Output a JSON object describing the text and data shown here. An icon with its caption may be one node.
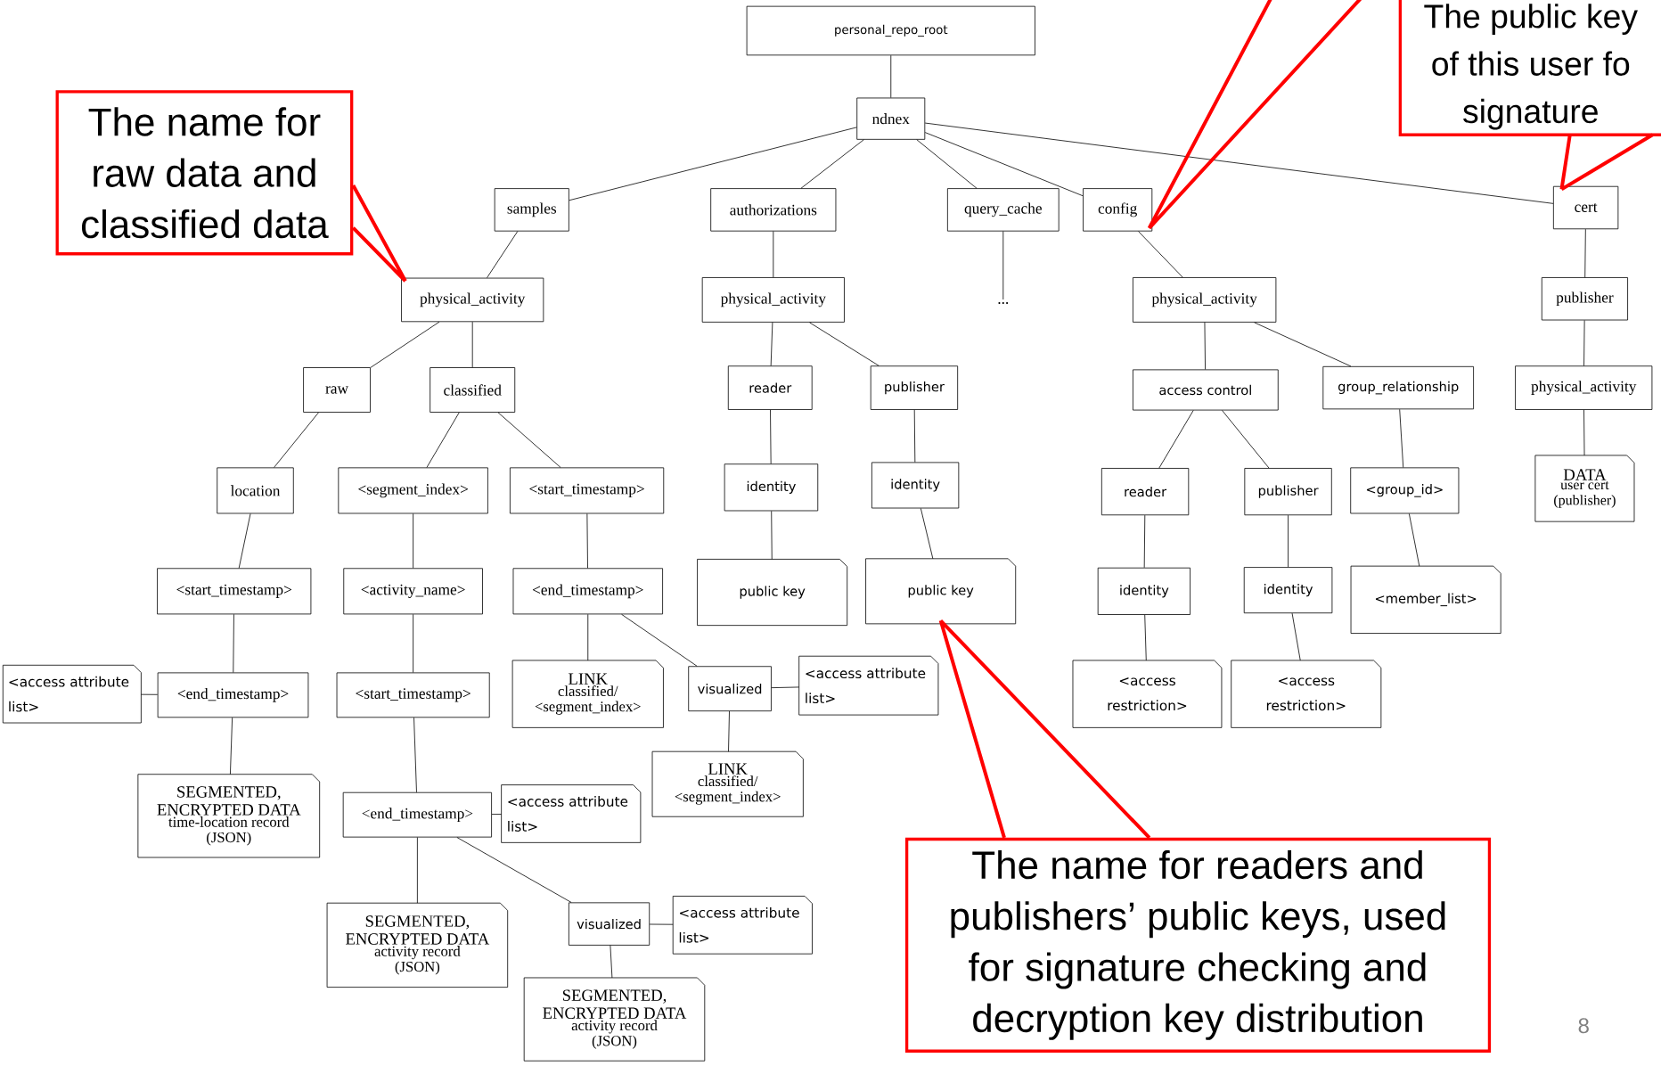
{
  "diagram": {
    "nodes": [
      {
        "text": [
          "personal_repo_root"
        ]
      },
      {
        "text": [
          "ndnex"
        ]
      },
      {
        "text": [
          "samples"
        ]
      },
      {
        "text": [
          "authorizations"
        ]
      },
      {
        "text": [
          "query_cache"
        ]
      },
      {
        "text": [
          "config"
        ]
      },
      {
        "text": [
          "cert"
        ]
      },
      {
        "text": [
          "physical_activity"
        ]
      },
      {
        "text": [
          "raw"
        ]
      },
      {
        "text": [
          "classified"
        ]
      },
      {
        "text": [
          "location"
        ]
      },
      {
        "text": [
          "<segment_index>"
        ]
      },
      {
        "text": [
          "<start_timestamp>"
        ]
      },
      {
        "text": [
          "<start_timestamp>"
        ]
      },
      {
        "text": [
          "<access attribute list>"
        ]
      },
      {
        "text": [
          "<end_timestamp>"
        ]
      },
      {
        "text": [
          "SEGMENTED, ENCRYPTED DATA",
          "time-location record (JSON)"
        ]
      },
      {
        "text": [
          "<activity_name>"
        ]
      },
      {
        "text": [
          "<start_timestamp>"
        ]
      },
      {
        "text": [
          "<end_timestamp>"
        ]
      },
      {
        "text": [
          "<access attribute list>"
        ]
      },
      {
        "text": [
          "SEGMENTED, ENCRYPTED DATA",
          "activity record (JSON)"
        ]
      },
      {
        "text": [
          "visualized"
        ]
      },
      {
        "text": [
          "<access attribute list>"
        ]
      },
      {
        "text": [
          "SEGMENTED, ENCRYPTED DATA",
          "activity record (JSON)"
        ]
      },
      {
        "text": [
          "<end_timestamp>"
        ]
      },
      {
        "text": [
          "LINK",
          "classified/ <segment_index>"
        ]
      },
      {
        "text": [
          "visualized"
        ]
      },
      {
        "text": [
          "<access attribute list>"
        ]
      },
      {
        "text": [
          "LINK",
          "classified/ <segment_index>"
        ]
      },
      {
        "text": [
          "..."
        ]
      },
      {
        "text": [
          "physical_activity"
        ]
      },
      {
        "text": [
          "reader"
        ]
      },
      {
        "text": [
          "publisher"
        ]
      },
      {
        "text": [
          "identity"
        ]
      },
      {
        "text": [
          "identity"
        ]
      },
      {
        "text": [
          "public key"
        ]
      },
      {
        "text": [
          "public key"
        ]
      },
      {
        "text": [
          "physical_activity"
        ]
      },
      {
        "text": [
          "access control"
        ]
      },
      {
        "text": [
          "group_relationship"
        ]
      },
      {
        "text": [
          "reader"
        ]
      },
      {
        "text": [
          "publisher"
        ]
      },
      {
        "text": [
          "identity"
        ]
      },
      {
        "text": [
          "identity"
        ]
      },
      {
        "text": [
          "<access restriction>"
        ]
      },
      {
        "text": [
          "<access restriction>"
        ]
      },
      {
        "text": [
          "<group_id>"
        ]
      },
      {
        "text": [
          "<member_list>"
        ]
      },
      {
        "text": [
          "publisher"
        ]
      },
      {
        "text": [
          "physical_activity"
        ]
      },
      {
        "text": [
          "DATA",
          "user cert (publisher)"
        ]
      },
      {
        "text": [
          "The name for raw data and classified data"
        ]
      },
      {
        "text": [
          "The name for readers and publishers’ public keys, used for signature checking and decryption key distribution"
        ]
      },
      {
        "text": [
          "The public key of this user fo signature"
        ]
      }
    ],
    "edges": [
      {
        "from": 0,
        "to": 1,
        "arrow": "none"
      },
      {
        "from": 1,
        "to": 2,
        "arrow": "none"
      },
      {
        "from": 1,
        "to": 3,
        "arrow": "none"
      },
      {
        "from": 1,
        "to": 4,
        "arrow": "none"
      },
      {
        "from": 1,
        "to": 5,
        "arrow": "none"
      },
      {
        "from": 1,
        "to": 6,
        "arrow": "none"
      },
      {
        "from": 2,
        "to": 7,
        "arrow": "none"
      },
      {
        "from": 7,
        "to": 8,
        "arrow": "none"
      },
      {
        "from": 7,
        "to": 9,
        "arrow": "none"
      },
      {
        "from": 8,
        "to": 10,
        "arrow": "none"
      },
      {
        "from": 9,
        "to": 11,
        "arrow": "none"
      },
      {
        "from": 9,
        "to": 12,
        "arrow": "none"
      },
      {
        "from": 10,
        "to": 13,
        "arrow": "none"
      },
      {
        "from": 13,
        "to": 15,
        "arrow": "none"
      },
      {
        "from": 14,
        "to": 15,
        "arrow": "none"
      },
      {
        "from": 15,
        "to": 16,
        "arrow": "none"
      },
      {
        "from": 11,
        "to": 17,
        "arrow": "none"
      },
      {
        "from": 17,
        "to": 18,
        "arrow": "none"
      },
      {
        "from": 18,
        "to": 19,
        "arrow": "none"
      },
      {
        "from": 19,
        "to": 20,
        "arrow": "none"
      },
      {
        "from": 19,
        "to": 21,
        "arrow": "none"
      },
      {
        "from": 19,
        "to": 22,
        "arrow": "none"
      },
      {
        "from": 22,
        "to": 23,
        "arrow": "none"
      },
      {
        "from": 22,
        "to": 24,
        "arrow": "none"
      },
      {
        "from": 12,
        "to": 25,
        "arrow": "none"
      },
      {
        "from": 25,
        "to": 26,
        "arrow": "none"
      },
      {
        "from": 25,
        "to": 27,
        "arrow": "none"
      },
      {
        "from": 27,
        "to": 28,
        "arrow": "none"
      },
      {
        "from": 27,
        "to": 29,
        "arrow": "none"
      },
      {
        "from": 4,
        "to": 30,
        "arrow": "none"
      },
      {
        "from": 3,
        "to": 31,
        "arrow": "none"
      },
      {
        "from": 31,
        "to": 32,
        "arrow": "none"
      },
      {
        "from": 31,
        "to": 33,
        "arrow": "none"
      },
      {
        "from": 32,
        "to": 34,
        "arrow": "none"
      },
      {
        "from": 33,
        "to": 35,
        "arrow": "none"
      },
      {
        "from": 34,
        "to": 36,
        "arrow": "none"
      },
      {
        "from": 35,
        "to": 37,
        "arrow": "none"
      },
      {
        "from": 5,
        "to": 38,
        "arrow": "none"
      },
      {
        "from": 38,
        "to": 39,
        "arrow": "none"
      },
      {
        "from": 38,
        "to": 40,
        "arrow": "none"
      },
      {
        "from": 39,
        "to": 41,
        "arrow": "none"
      },
      {
        "from": 39,
        "to": 42,
        "arrow": "none"
      },
      {
        "from": 41,
        "to": 43,
        "arrow": "none"
      },
      {
        "from": 42,
        "to": 44,
        "arrow": "none"
      },
      {
        "from": 43,
        "to": 45,
        "arrow": "none"
      },
      {
        "from": 44,
        "to": 46,
        "arrow": "none"
      },
      {
        "from": 40,
        "to": 47,
        "arrow": "none"
      },
      {
        "from": 47,
        "to": 48,
        "arrow": "none"
      },
      {
        "from": 6,
        "to": 49,
        "arrow": "none"
      },
      {
        "from": 49,
        "to": 50,
        "arrow": "none"
      },
      {
        "from": 50,
        "to": 51,
        "arrow": "none"
      },
      {
        "from": 52,
        "to": 7,
        "arrow": "none",
        "style": "thick",
        "color": "#ff0000"
      },
      {
        "from": 53,
        "to": 37,
        "arrow": "none",
        "style": "thick",
        "color": "#ff0000"
      },
      {
        "from": 54,
        "to": 6,
        "arrow": "none",
        "style": "thick",
        "color": "#ff0000"
      },
      {
        "from": null,
        "to": 5,
        "arrow": "none",
        "style": "thick",
        "color": "#ff0000"
      }
    ],
    "labels": [
      "8"
    ]
  }
}
